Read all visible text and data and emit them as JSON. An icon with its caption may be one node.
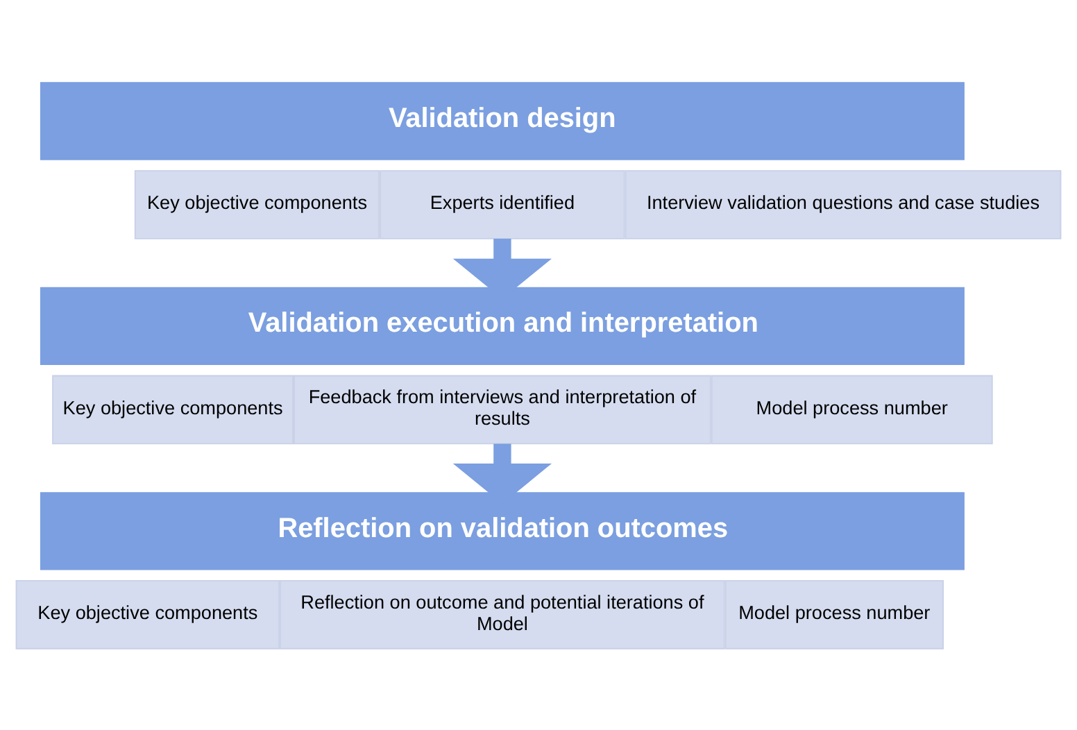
{
  "diagram": {
    "nodes": [
      {
        "text": [
          "Validation design"
        ]
      },
      {
        "text": [
          "Key objective components"
        ]
      },
      {
        "text": [
          "Experts identified"
        ]
      },
      {
        "text": [
          "Interview validation questions and case studies"
        ]
      },
      {
        "text": [
          "Validation execution and interpretation"
        ]
      },
      {
        "text": [
          "Key objective components"
        ]
      },
      {
        "text": [
          "Feedback from interviews and interpretation of results"
        ]
      },
      {
        "text": [
          "Model process number"
        ]
      },
      {
        "text": [
          "Reflection on validation outcomes"
        ]
      },
      {
        "text": [
          "Key objective components"
        ]
      },
      {
        "text": [
          "Reflection on outcome and potential iterations of Model"
        ]
      },
      {
        "text": [
          "Model process number"
        ]
      }
    ],
    "edges": [
      {
        "from": 2,
        "to": 4,
        "arrow": "to"
      },
      {
        "from": 6,
        "to": 8,
        "arrow": "to"
      }
    ]
  }
}
